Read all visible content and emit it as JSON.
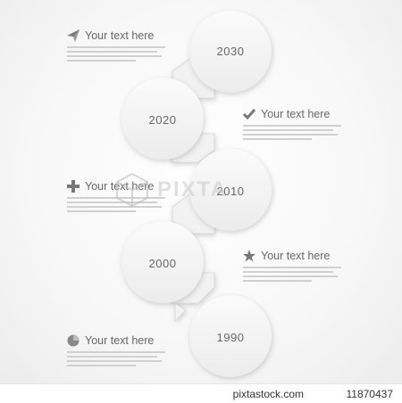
{
  "timeline": {
    "milestones": [
      {
        "year": "2030"
      },
      {
        "year": "2020"
      },
      {
        "year": "2010"
      },
      {
        "year": "2000"
      },
      {
        "year": "1990"
      }
    ],
    "labels": [
      {
        "icon": "paper-plane-icon",
        "title": "Your text here"
      },
      {
        "icon": "checkmark-icon",
        "title": "Your text here"
      },
      {
        "icon": "plus-icon",
        "title": "Your text here"
      },
      {
        "icon": "star-icon",
        "title": "Your text here"
      },
      {
        "icon": "pie-chart-icon",
        "title": "Your text here"
      }
    ]
  },
  "watermark": {
    "text": "PIXTA"
  },
  "footer": {
    "site": "pixtastock.com",
    "image_number": "11870437"
  },
  "colors": {
    "circle": "#f5f5f5",
    "shadow": "#c8c8c8",
    "text": "#666666",
    "icon": "#777777"
  }
}
